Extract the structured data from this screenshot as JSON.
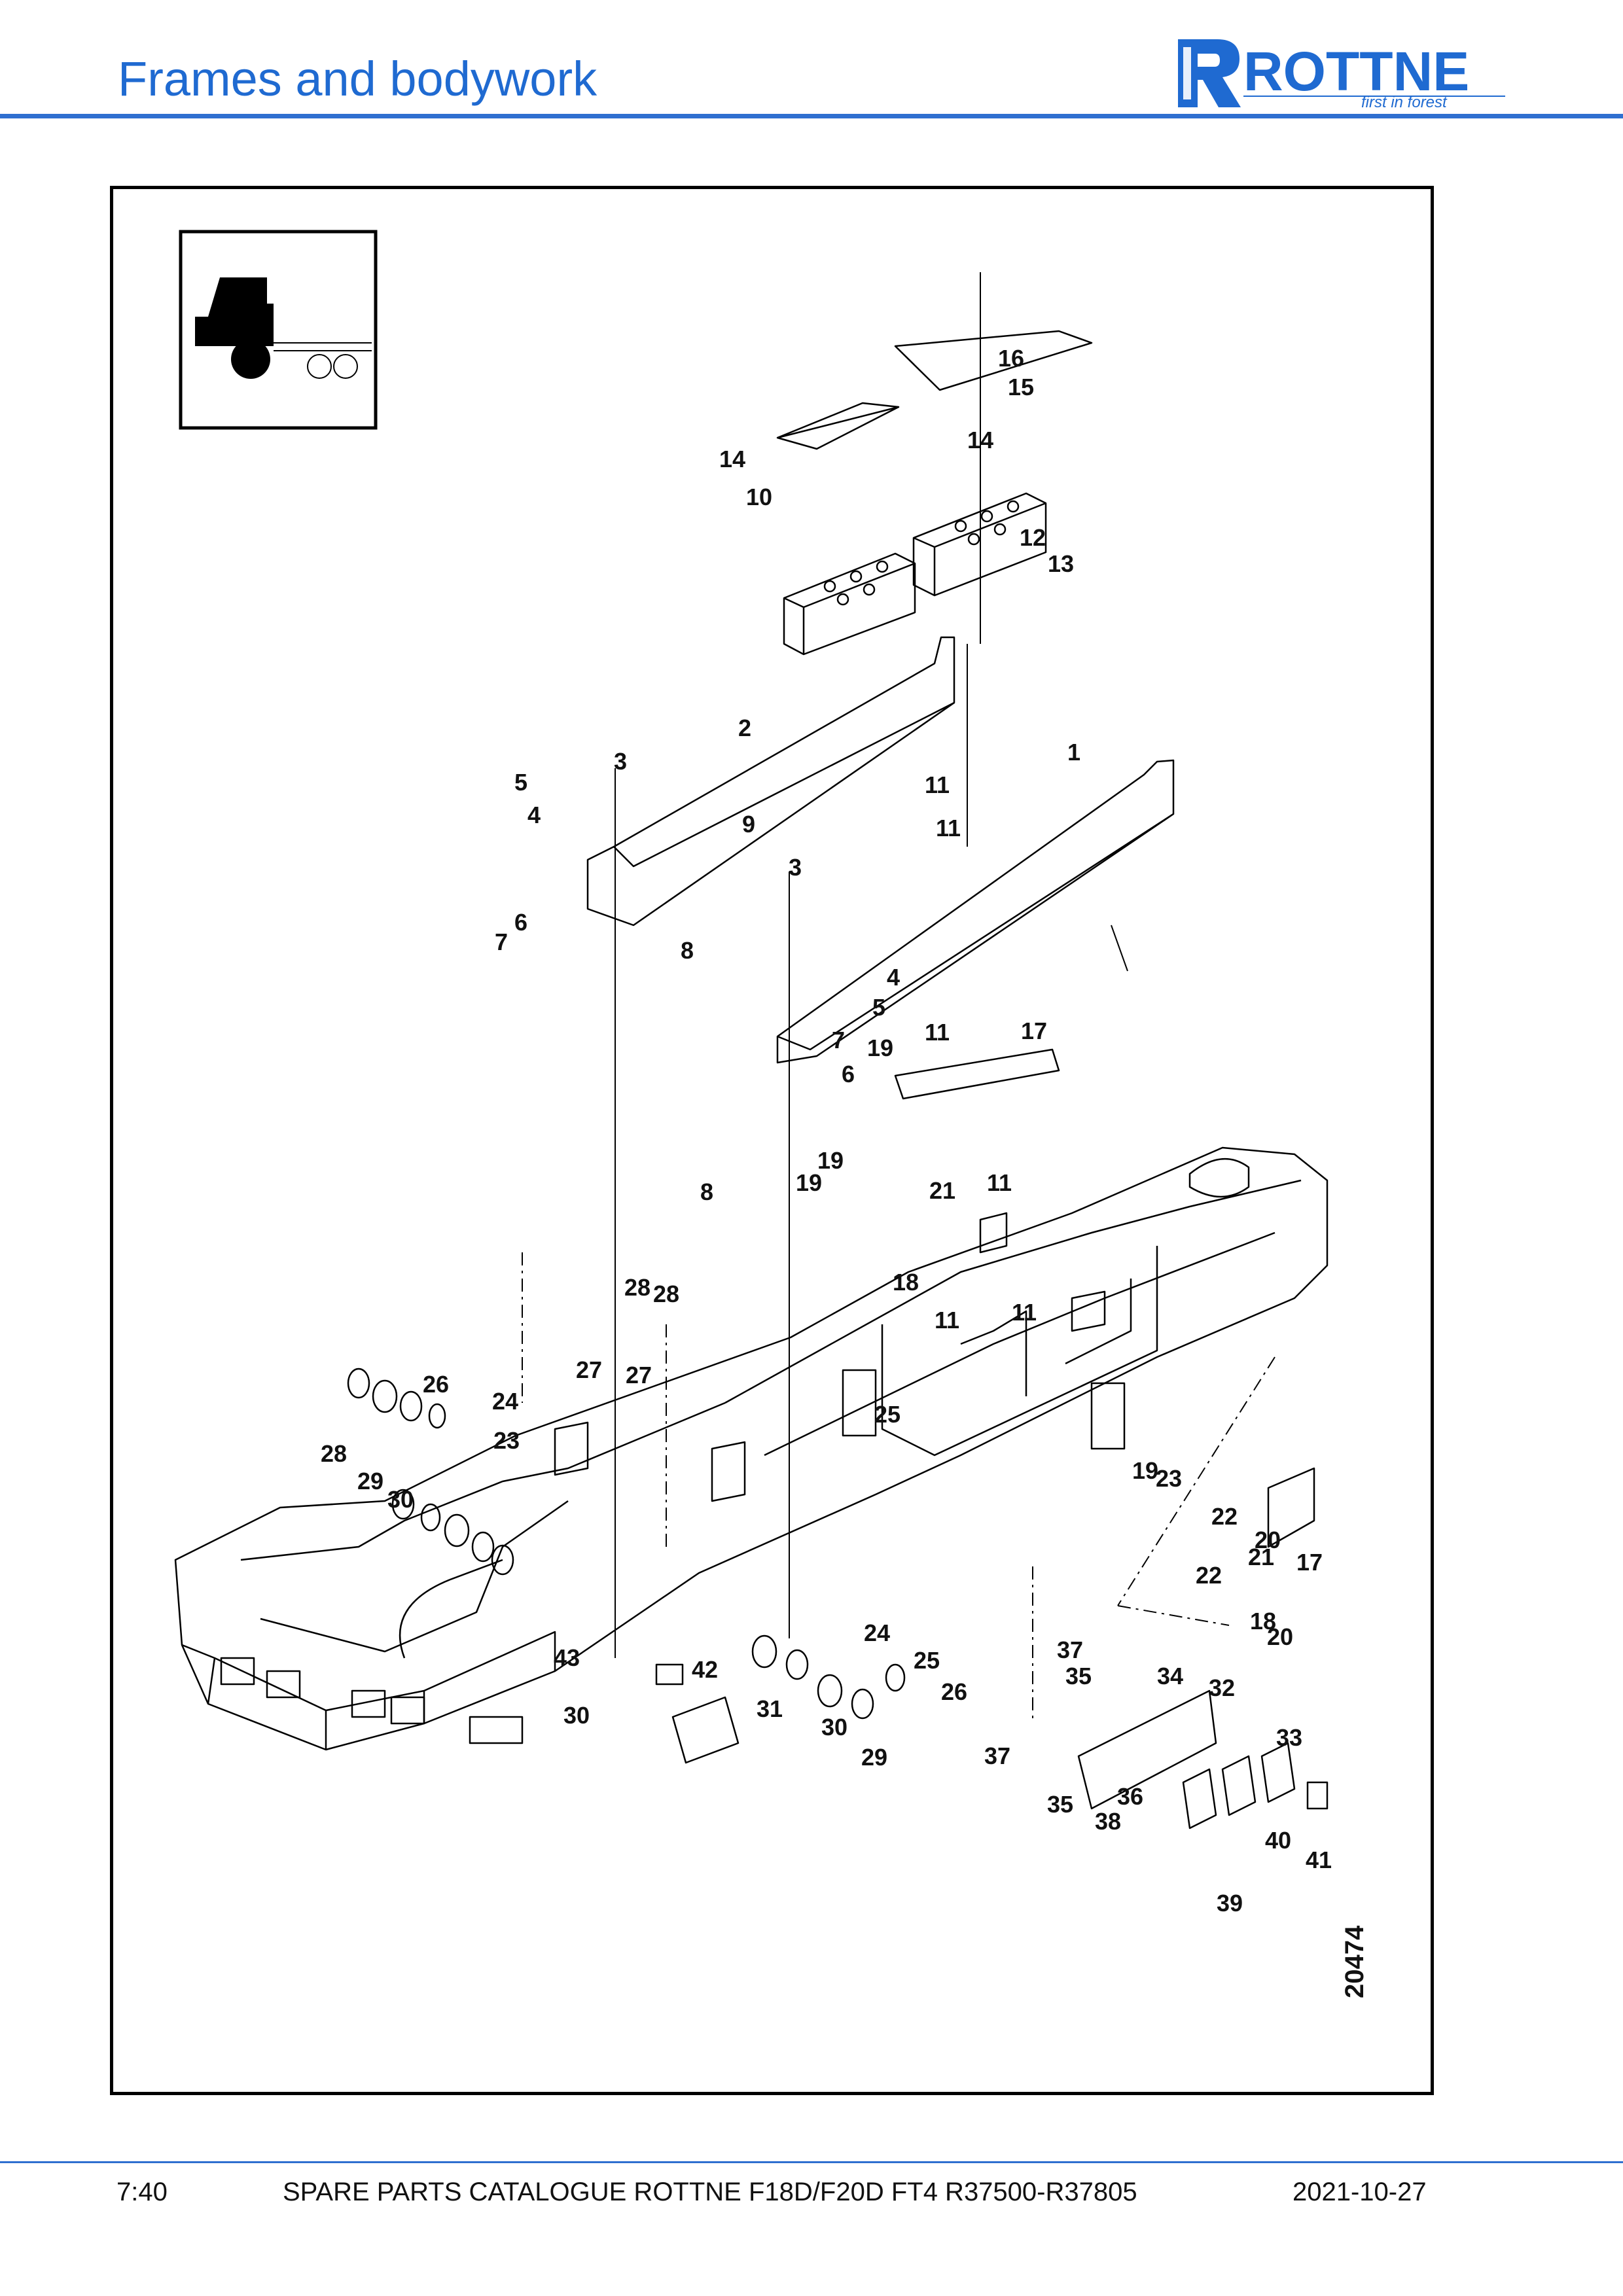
{
  "header": {
    "title": "Frames and bodywork",
    "logo": {
      "brand": "ROTTNE",
      "tagline": "first in forest",
      "color": "#1f6ad1"
    }
  },
  "drawing": {
    "number": "20474",
    "callouts": [
      "1",
      "2",
      "3",
      "3",
      "4",
      "4",
      "5",
      "5",
      "6",
      "6",
      "7",
      "7",
      "8",
      "8",
      "9",
      "10",
      "11",
      "11",
      "11",
      "11",
      "11",
      "11",
      "12",
      "13",
      "14",
      "14",
      "15",
      "16",
      "17",
      "17",
      "18",
      "18",
      "19",
      "19",
      "19",
      "19",
      "20",
      "20",
      "21",
      "21",
      "22",
      "22",
      "23",
      "23",
      "24",
      "24",
      "25",
      "25",
      "26",
      "26",
      "27",
      "27",
      "28",
      "28",
      "28",
      "29",
      "29",
      "30",
      "30",
      "30",
      "31",
      "32",
      "33",
      "34",
      "35",
      "35",
      "36",
      "37",
      "37",
      "38",
      "39",
      "40",
      "41",
      "42",
      "43"
    ]
  },
  "footer": {
    "page": "7:40",
    "catalogue": "SPARE PARTS CATALOGUE ROTTNE F18D/F20D FT4 R37500-R37805",
    "date": "2021-10-27"
  },
  "colors": {
    "accent": "#2f6fd0",
    "ink": "#000000"
  }
}
